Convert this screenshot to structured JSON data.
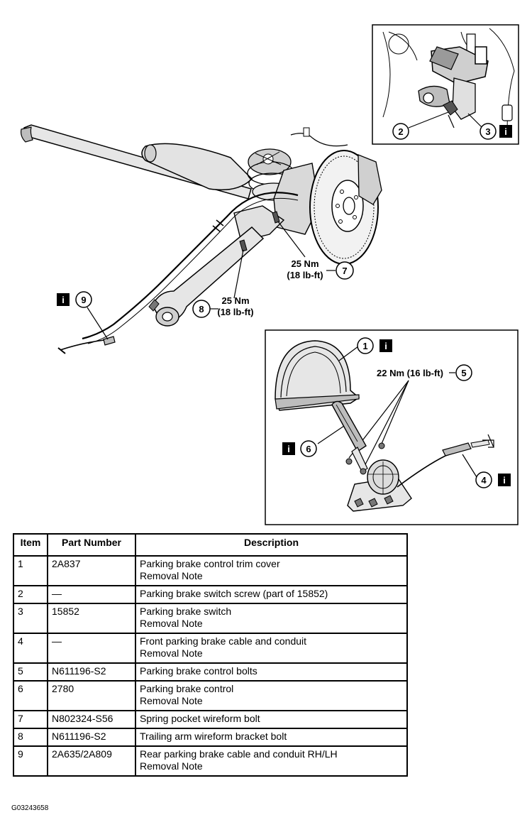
{
  "callouts": {
    "c1": "1",
    "c2": "2",
    "c3": "3",
    "c4": "4",
    "c5": "5",
    "c6": "6",
    "c7": "7",
    "c8": "8",
    "c9": "9",
    "info": "i"
  },
  "torque": {
    "t7_nm": "25 Nm",
    "t7_lbft": "(18 lb-ft)",
    "t8_nm": "25 Nm",
    "t8_lbft": "(18 lb-ft)",
    "t5": "22 Nm (16 lb-ft)"
  },
  "table": {
    "headers": {
      "item": "Item",
      "part": "Part Number",
      "desc": "Description"
    },
    "rows": [
      {
        "item": "1",
        "part": "2A837",
        "desc1": "Parking brake control trim cover",
        "desc2": "Removal Note"
      },
      {
        "item": "2",
        "part": "—",
        "desc1": "Parking brake switch screw (part of 15852)",
        "desc2": ""
      },
      {
        "item": "3",
        "part": "15852",
        "desc1": "Parking brake switch",
        "desc2": "Removal Note"
      },
      {
        "item": "4",
        "part": "—",
        "desc1": "Front parking brake cable and conduit",
        "desc2": "Removal Note"
      },
      {
        "item": "5",
        "part": "N611196-S2",
        "desc1": "Parking brake control bolts",
        "desc2": ""
      },
      {
        "item": "6",
        "part": "2780",
        "desc1": "Parking brake control",
        "desc2": "Removal Note"
      },
      {
        "item": "7",
        "part": "N802324-S56",
        "desc1": "Spring pocket wireform bolt",
        "desc2": ""
      },
      {
        "item": "8",
        "part": "N611196-S2",
        "desc1": "Trailing arm wireform bracket bolt",
        "desc2": ""
      },
      {
        "item": "9",
        "part": "2A635/2A809",
        "desc1": "Rear parking brake cable and conduit RH/LH",
        "desc2": "Removal Note"
      }
    ]
  },
  "figure_code": "G03243658"
}
